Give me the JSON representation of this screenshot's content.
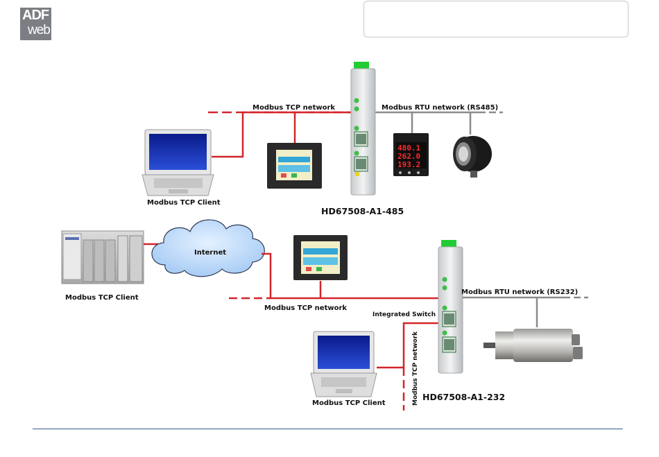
{
  "logo": {
    "line1": "ADF",
    "line2": "web"
  },
  "diagram": {
    "top": {
      "tcp_network": "Modbus TCP network",
      "rtu_network": "Modbus RTU network (RS485)",
      "client": "Modbus TCP Client",
      "device": "HD67508-A1-485",
      "meter_values": [
        "480.1",
        "262.0",
        "193.2"
      ]
    },
    "bottom": {
      "client_plc": "Modbus TCP Client",
      "internet": "Internet",
      "tcp_network": "Modbus TCP network",
      "switch": "Integrated Switch",
      "rtu_network": "Modbus RTU network (RS232)",
      "tcp_network_vertical": "Modbus TCP network",
      "client_laptop": "Modbus TCP Client",
      "device": "HD67508-A1-232"
    }
  },
  "colors": {
    "ethernet": "#d3242a",
    "serial": "#8a8a8a",
    "led": "#3fbf4a",
    "cap": "#22cc33"
  }
}
